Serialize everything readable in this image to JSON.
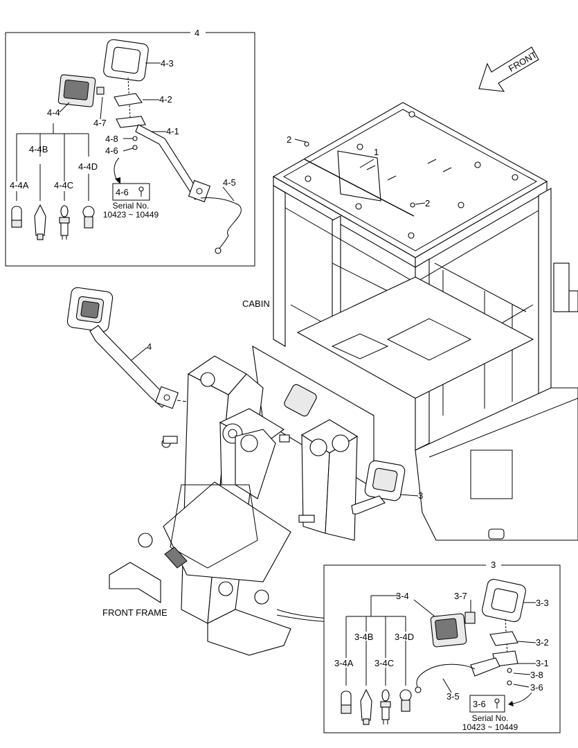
{
  "direction": "FRONT",
  "assembly_names": {
    "cabin": "CABIN",
    "front_frame": "FRONT FRAME"
  },
  "detail_4": {
    "title": "4",
    "callouts": [
      "4-3",
      "4-2",
      "4-4",
      "4-7",
      "4-1",
      "4-8",
      "4-6",
      "4-4B",
      "4-4D",
      "4-4A",
      "4-4C",
      "4-5"
    ],
    "serial_inset": {
      "part": "4-6",
      "caption": "Serial No.",
      "range": "10423 ~ 10449"
    }
  },
  "detail_3": {
    "title": "3",
    "callouts": [
      "3-4",
      "3-7",
      "3-3",
      "3-4B",
      "3-4D",
      "3-2",
      "3-4A",
      "3-4C",
      "3-1",
      "3-8",
      "3-6",
      "3-5"
    ],
    "serial_inset": {
      "part": "3-6",
      "caption": "Serial No.",
      "range": "10423 ~ 10449"
    }
  },
  "main_callouts": [
    "1",
    "2",
    "2",
    "4",
    "3"
  ]
}
